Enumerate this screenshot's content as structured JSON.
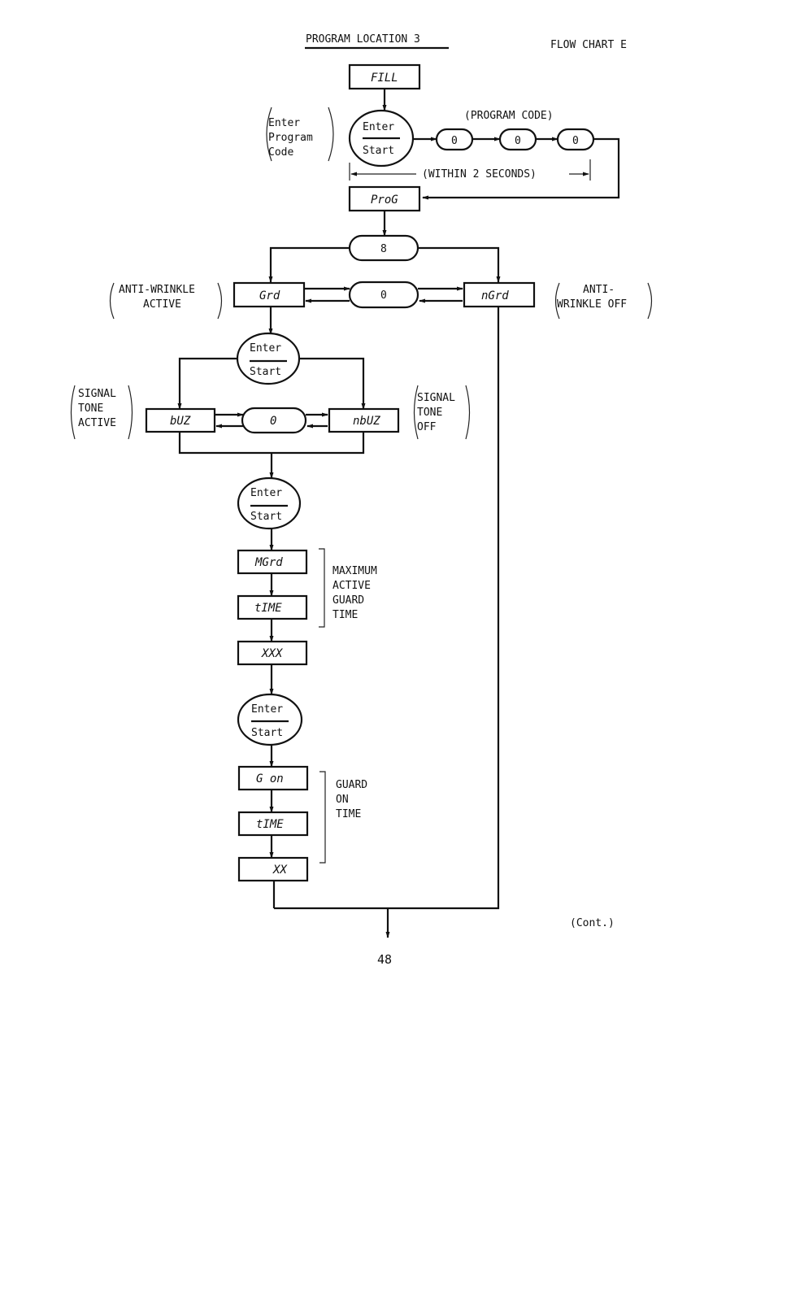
{
  "header": {
    "title": "PROGRAM LOCATION 3",
    "chart_id": "FLOW CHART E"
  },
  "nodes": {
    "fill": "FILL",
    "enter_start_top": "Enter",
    "enter_start_bottom": "Start",
    "code_digit_1": "0",
    "code_digit_2": "0",
    "code_digit_3": "0",
    "prog": "ProG",
    "key_8": "8",
    "grd": "Grd",
    "key_0_guard": "0",
    "ngrd": "nGrd",
    "buz": "bUZ",
    "key_0_buzzer": "0",
    "nbuz": "nbUZ",
    "mgrd": "MGrd",
    "time_1": "tIME",
    "xxx": "XXX",
    "g_on": "G on",
    "time_2": "tIME",
    "xx": "XX"
  },
  "annotations": {
    "enter_program_code": [
      "Enter",
      "Program",
      "Code"
    ],
    "program_code": "(PROGRAM CODE)",
    "within_2_seconds": "(WITHIN 2 SECONDS)",
    "anti_wrinkle_active": [
      "ANTI-WRINKLE",
      "ACTIVE"
    ],
    "anti_wrinkle_off": [
      "ANTI-",
      "WRINKLE OFF"
    ],
    "signal_tone_active": [
      "SIGNAL",
      "TONE",
      "ACTIVE"
    ],
    "signal_tone_off": [
      "SIGNAL",
      "TONE",
      "OFF"
    ],
    "max_active_guard_time": [
      "MAXIMUM",
      "ACTIVE",
      "GUARD",
      "TIME"
    ],
    "guard_on_time": [
      "GUARD",
      "ON",
      "TIME"
    ]
  },
  "footer": {
    "continued": "(Cont.)",
    "page_number": "48"
  }
}
